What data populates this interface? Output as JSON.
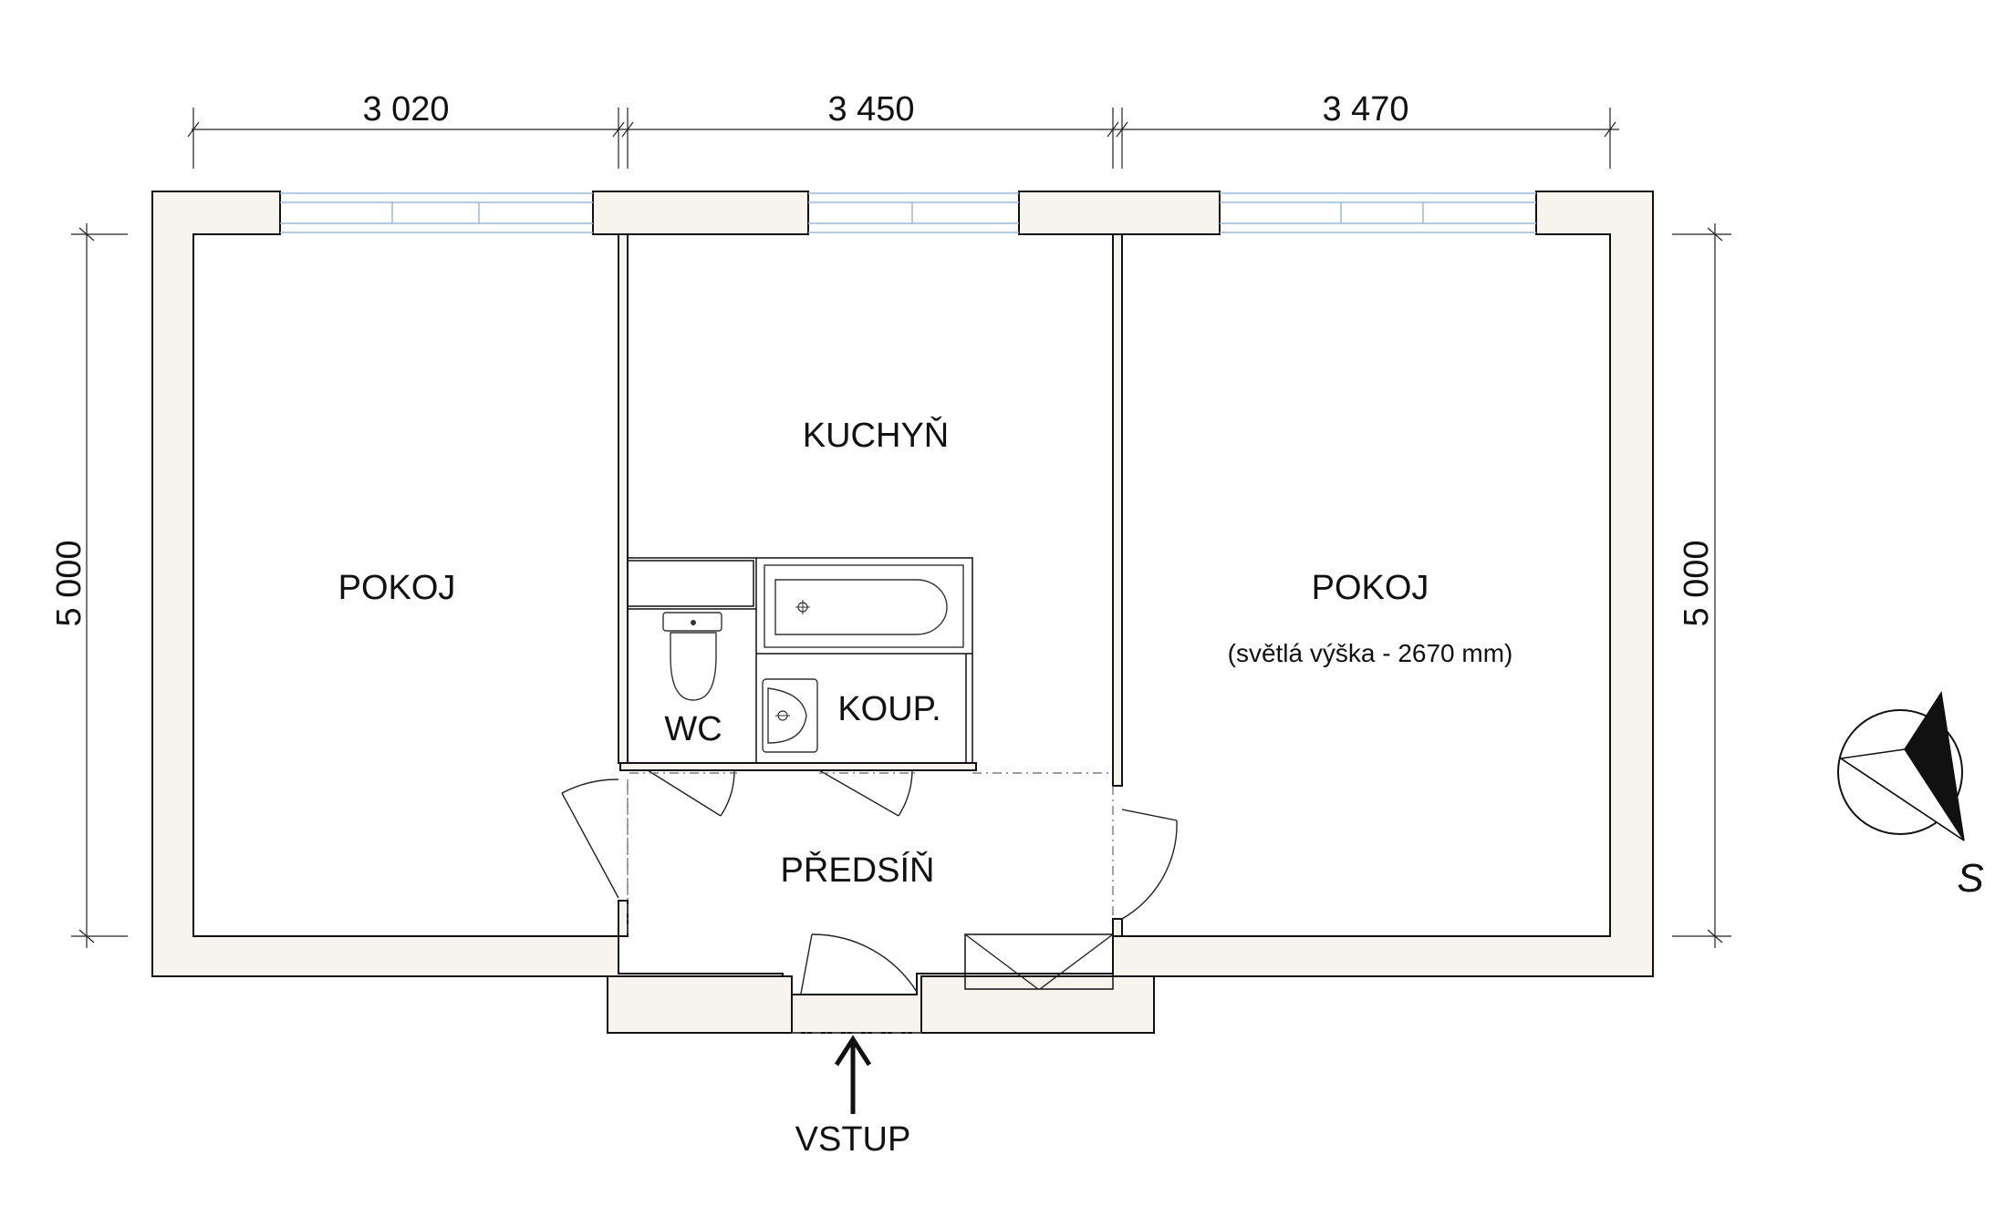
{
  "dimensions": {
    "top": [
      "3 020",
      "3 450",
      "3 470"
    ],
    "left": "5 000",
    "right": "5 000"
  },
  "rooms": {
    "pokoj_left": "POKOJ",
    "kuchyn": "KUCHYŇ",
    "pokoj_right": "POKOJ",
    "pokoj_right_note": "(světlá výška - 2670 mm)",
    "wc": "WC",
    "koupelna": "KOUP.",
    "predsin": "PŘEDSÍŇ"
  },
  "entrance": "VSTUP",
  "compass": {
    "label": "S",
    "icon": "north-arrow-icon"
  },
  "colors": {
    "wall_fill": "#f6f4ec",
    "window": "#9ab9d6",
    "line": "#111111"
  }
}
